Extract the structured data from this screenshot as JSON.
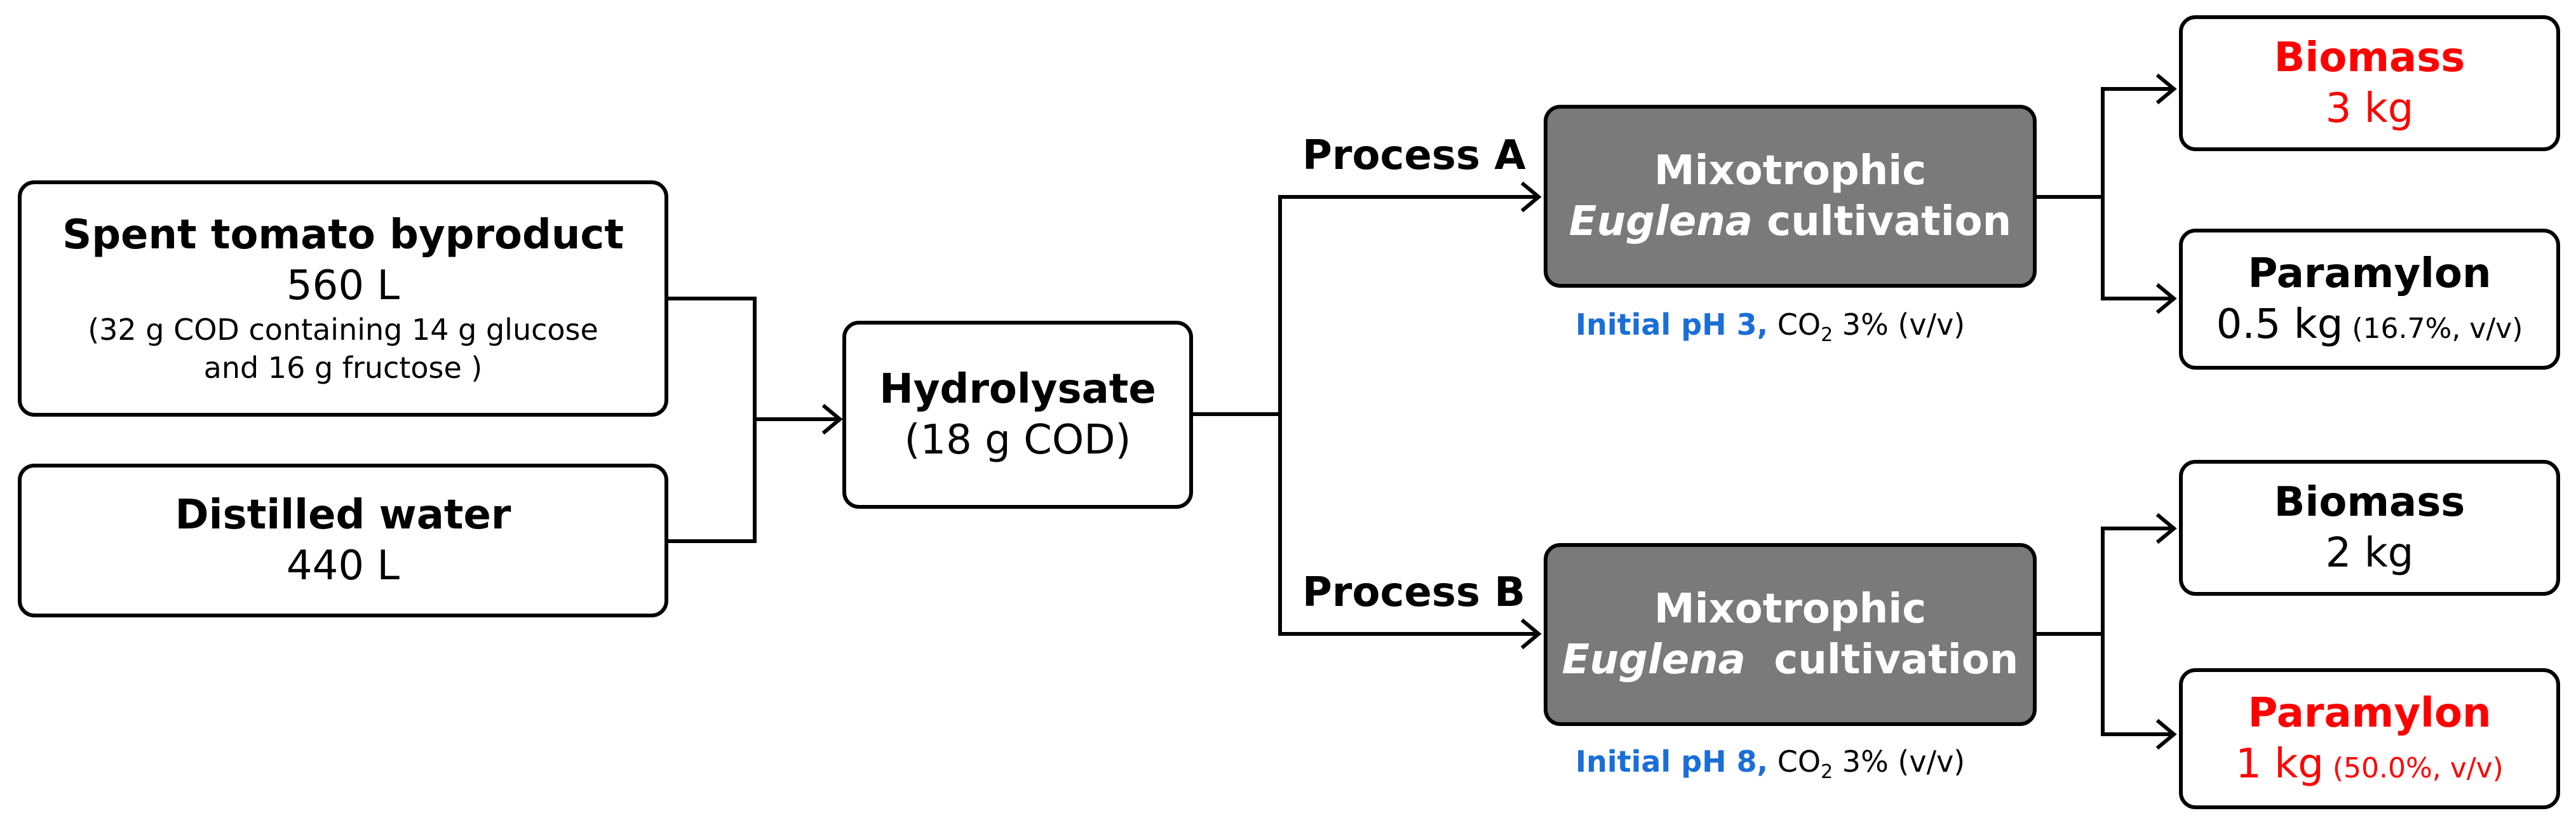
{
  "inputs": {
    "spent": {
      "title": "Spent tomato byproduct",
      "volume": "560 L",
      "note1": "(32 g COD containing 14 g glucose",
      "note2": "and 16 g fructose )"
    },
    "water": {
      "title": "Distilled water",
      "volume": "440 L"
    }
  },
  "hydrolysate": {
    "title": "Hydrolysate",
    "cod": "(18 g COD)"
  },
  "process_a": {
    "label": "Process A",
    "line1": "Mixotrophic",
    "euglena": "Euglena",
    "line2_rest": " cultivation",
    "ph": "Initial pH 3,",
    "co2_prefix": " CO",
    "co2_sub": "2",
    "co2_suffix": " 3% (v/v)"
  },
  "process_b": {
    "label": "Process B",
    "line1": "Mixotrophic",
    "euglena": "Euglena",
    "line2_rest": "  cultivation",
    "ph": "Initial pH 8,",
    "co2_prefix": " CO",
    "co2_sub": "2",
    "co2_suffix": " 3% (v/v)"
  },
  "outputs": {
    "a_biomass": {
      "title": "Biomass",
      "value": "3 kg"
    },
    "a_paramylon": {
      "title": "Paramylon",
      "value": "0.5 kg",
      "pct": " (16.7%, v/v)"
    },
    "b_biomass": {
      "title": "Biomass",
      "value": "2 kg"
    },
    "b_paramylon": {
      "title": "Paramylon",
      "value": "1 kg",
      "pct": " (50.0%, v/v)"
    }
  },
  "colors": {
    "highlight": "#ff0000",
    "condition": "#1a6ed8",
    "process_fill": "#7a7a7a"
  }
}
